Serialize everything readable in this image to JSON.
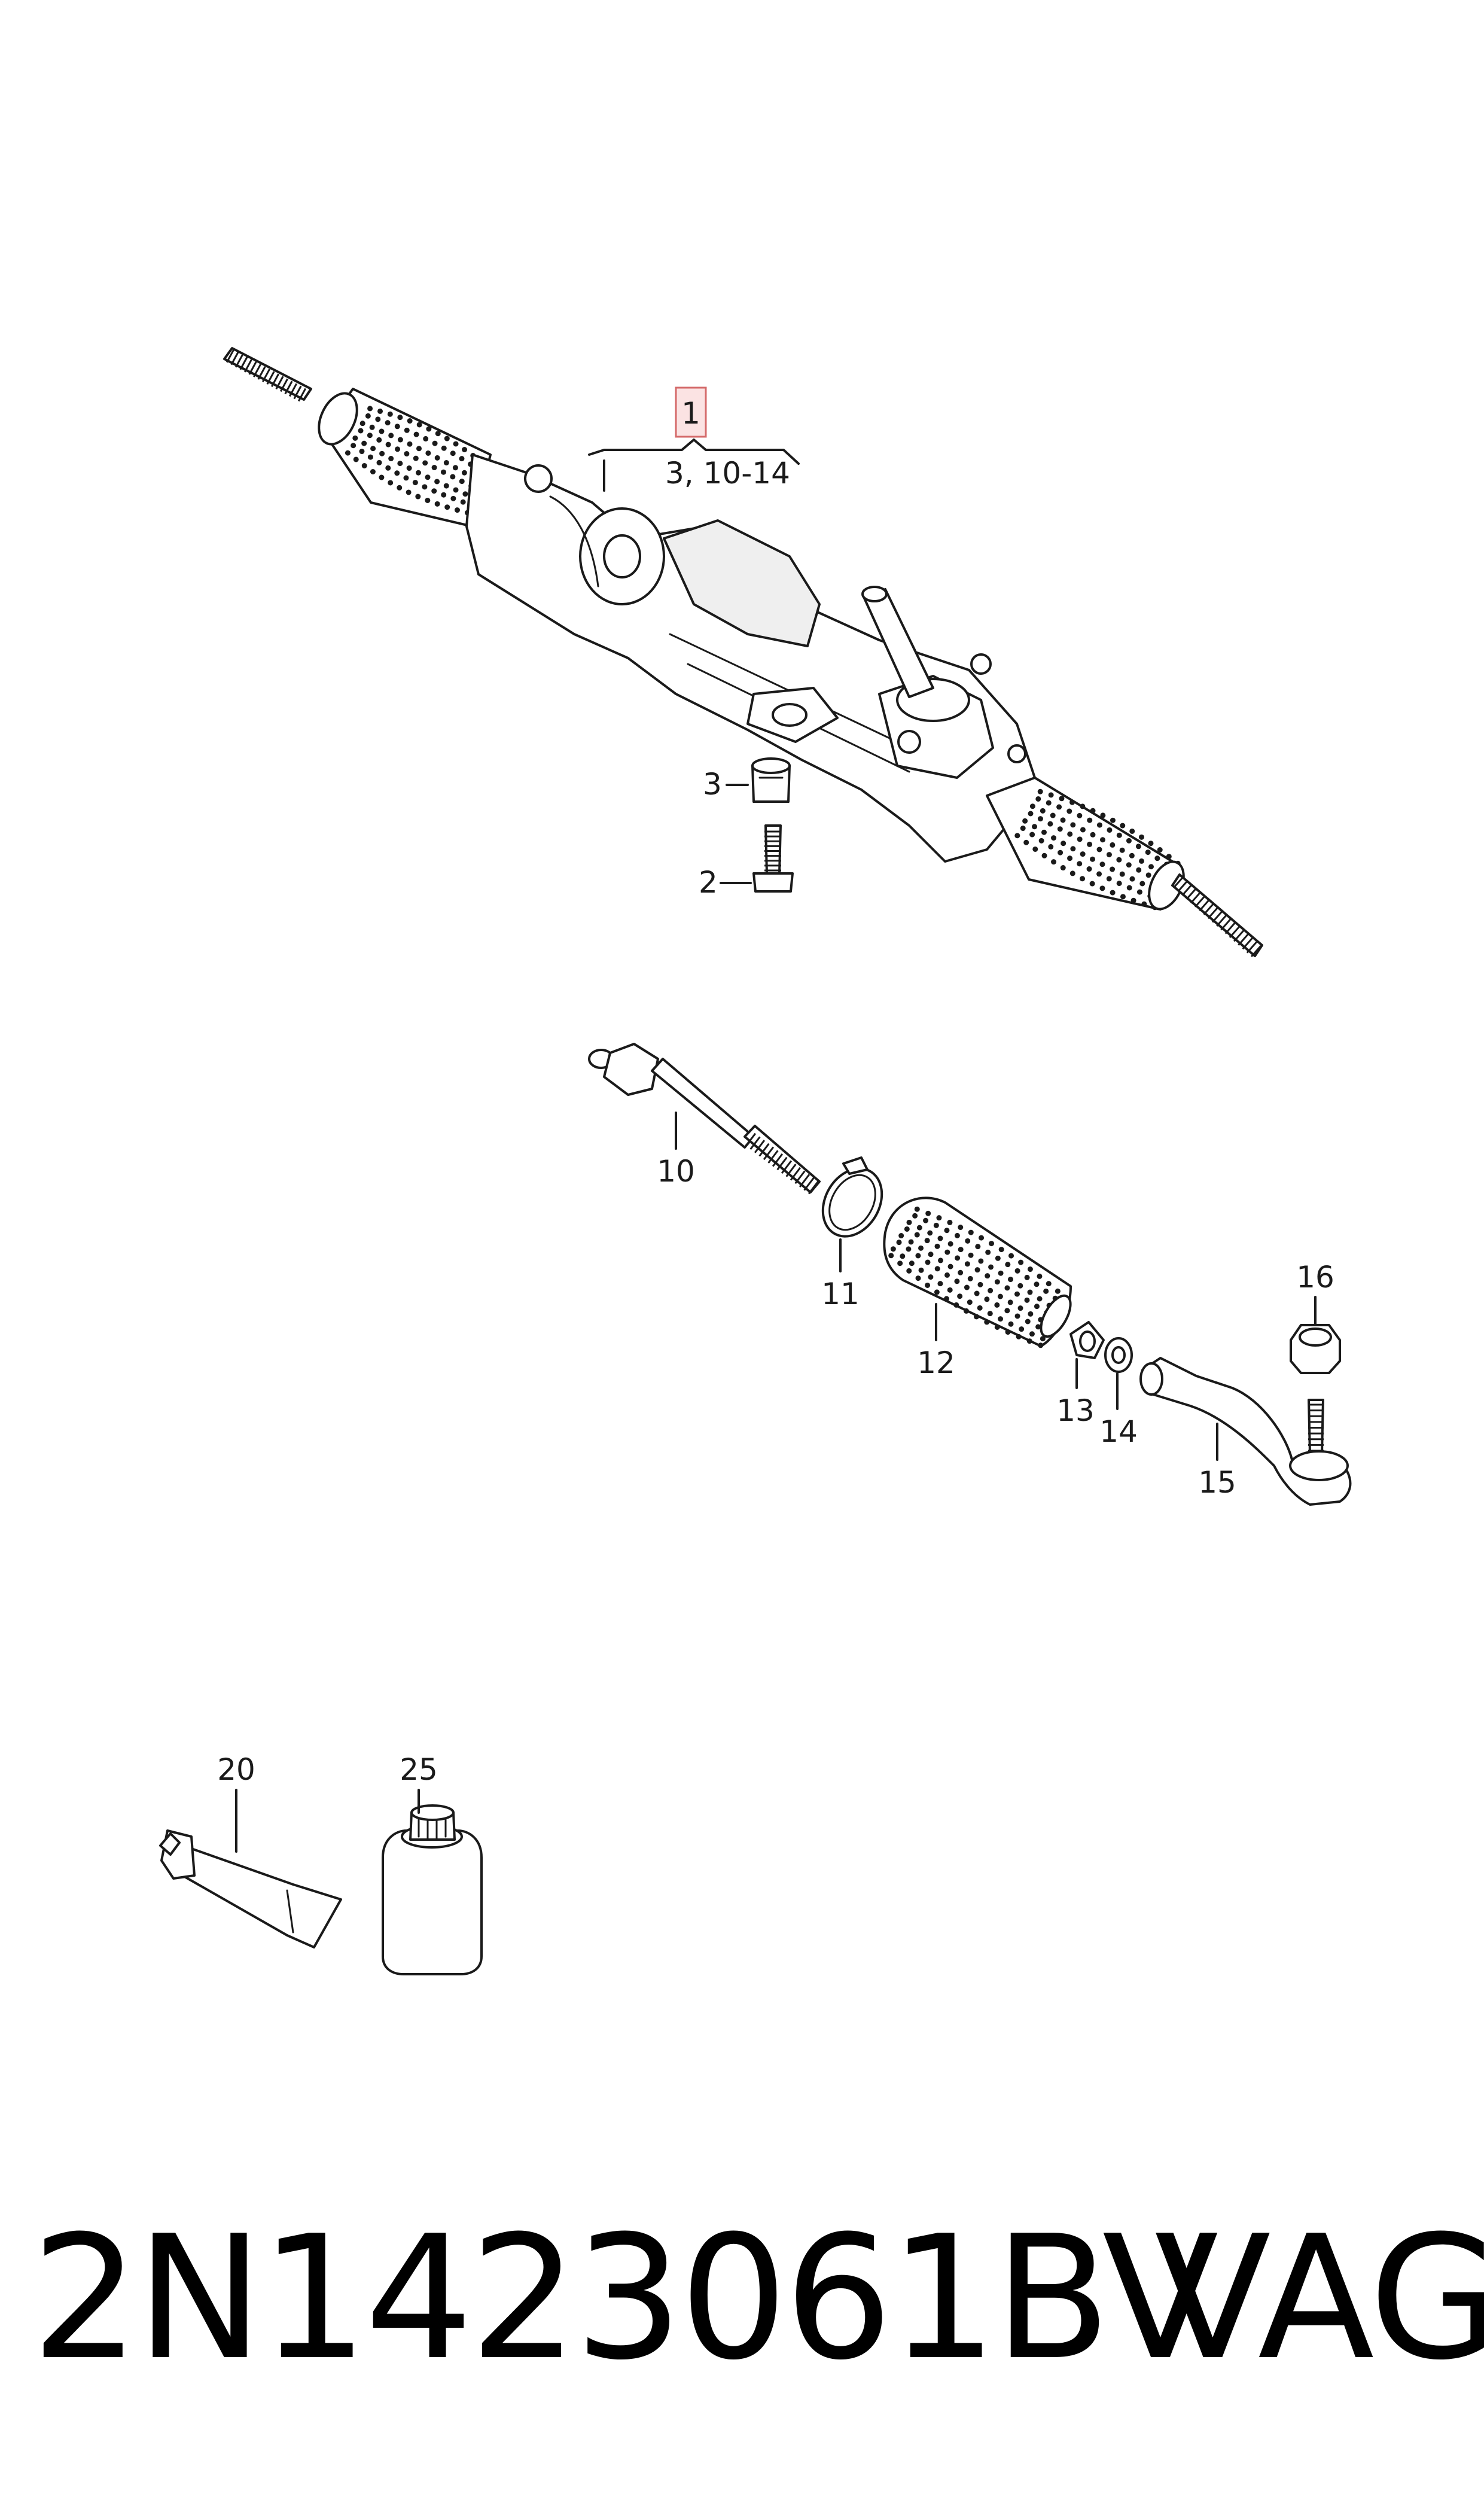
{
  "callouts": {
    "c1": "1",
    "c1_range": "3, 10-14",
    "c2": "2",
    "c3": "3",
    "c10": "10",
    "c11": "11",
    "c12": "12",
    "c13": "13",
    "c14": "14",
    "c15": "15",
    "c16": "16",
    "c20": "20",
    "c25": "25"
  },
  "footer": {
    "part_number": "2N1423061BV",
    "brand": "VAG"
  },
  "colors": {
    "line": "#1a1a1a",
    "highlight_fill": "#fbe3e3",
    "highlight_stroke": "#d46a6a"
  }
}
